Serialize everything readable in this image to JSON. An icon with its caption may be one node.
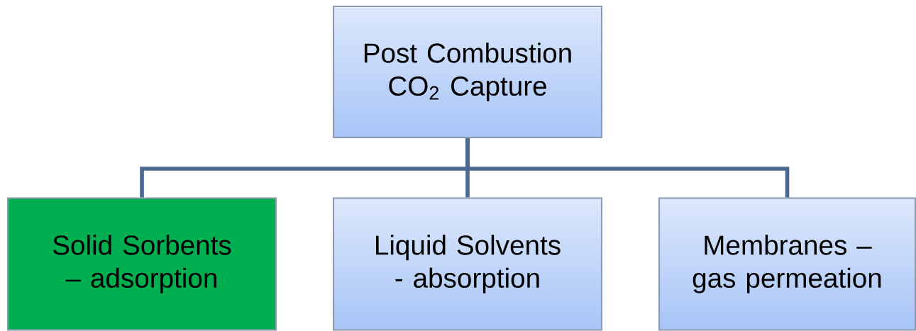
{
  "diagram": {
    "nodes": [
      {
        "text": [
          "Post Combustion CO$_{2}$ Capture"
        ]
      },
      {
        "text": [
          "Solid Sorbents – adsorption"
        ]
      },
      {
        "text": [
          "Liquid Solvents - absorption"
        ]
      },
      {
        "text": [
          "Membranes – gas permeation"
        ]
      }
    ],
    "edges": [
      {
        "from": 0,
        "to": 1,
        "arrow": "none"
      },
      {
        "from": 0,
        "to": 2,
        "arrow": "none"
      },
      {
        "from": 0,
        "to": 3,
        "arrow": "none"
      }
    ]
  }
}
